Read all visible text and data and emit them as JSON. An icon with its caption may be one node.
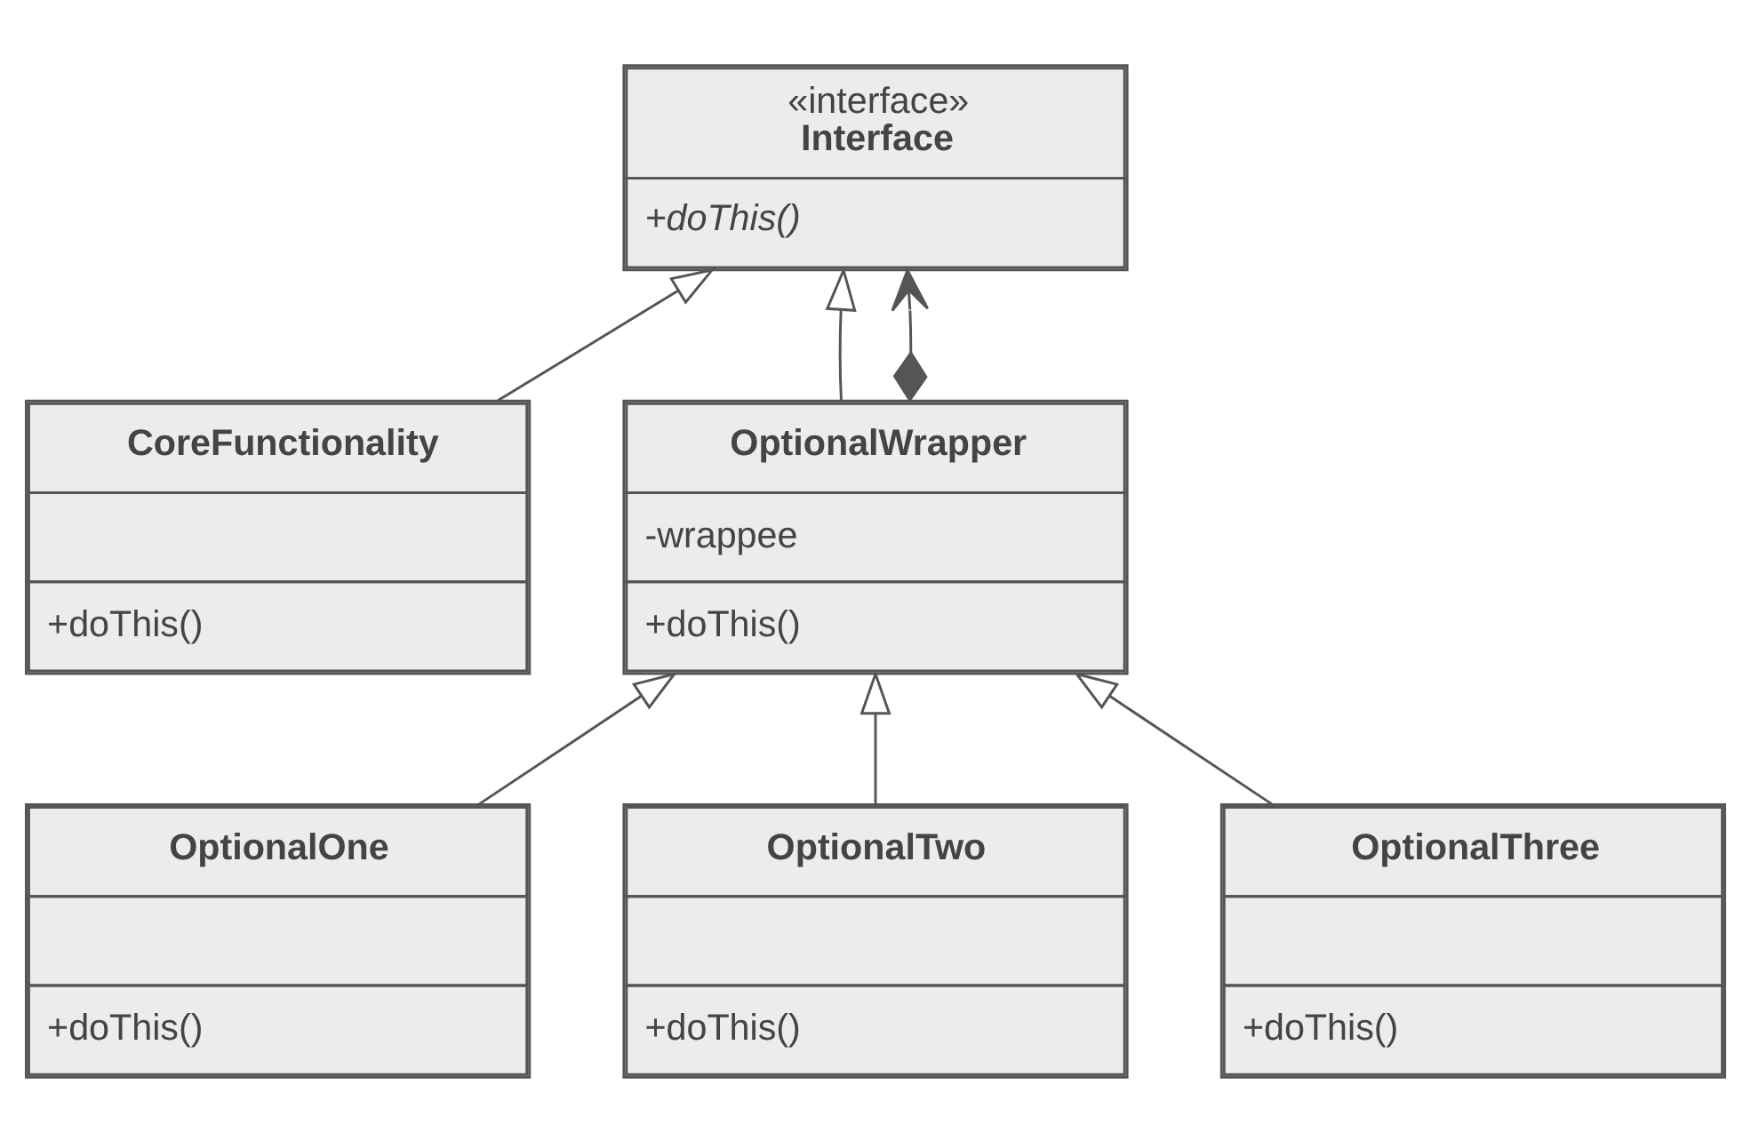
{
  "diagram": {
    "nodes": [
      {
        "text": [
          "«interface»",
          "Interface",
          "+doThis()"
        ]
      },
      {
        "text": [
          "CoreFunctionality",
          "+doThis()"
        ]
      },
      {
        "text": [
          "OptionalWrapper",
          "-wrappee",
          "+doThis()"
        ]
      },
      {
        "text": [
          "OptionalOne",
          "+doThis()"
        ]
      },
      {
        "text": [
          "OptionalTwo",
          "+doThis()"
        ]
      },
      {
        "text": [
          "OptionalThree",
          "+doThis()"
        ]
      }
    ],
    "edges": [
      {
        "from": 1,
        "to": 0,
        "arrow": "to"
      },
      {
        "from": 2,
        "to": 0,
        "arrow": "to"
      },
      {
        "from": 2,
        "to": 0,
        "arrow": "to"
      },
      {
        "from": 3,
        "to": 2,
        "arrow": "to"
      },
      {
        "from": 4,
        "to": 2,
        "arrow": "to"
      },
      {
        "from": 5,
        "to": 2,
        "arrow": "to"
      }
    ]
  }
}
